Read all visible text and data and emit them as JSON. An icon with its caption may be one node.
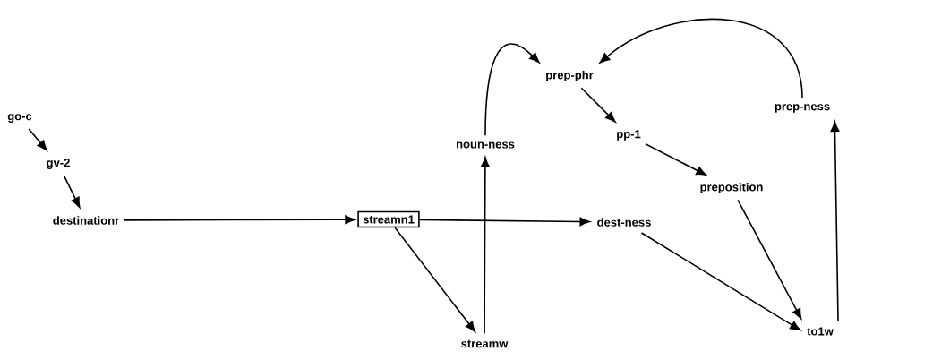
{
  "diagram": {
    "nodes": [
      {
        "text": [
          "go-c"
        ]
      },
      {
        "text": [
          "gv-2"
        ]
      },
      {
        "text": [
          "destinationr"
        ]
      },
      {
        "text": [
          "streamn1"
        ]
      },
      {
        "text": [
          "dest-ness"
        ]
      },
      {
        "text": [
          "streamw"
        ]
      },
      {
        "text": [
          "noun-ness"
        ]
      },
      {
        "text": [
          "prep-phr"
        ]
      },
      {
        "text": [
          "pp-1"
        ]
      },
      {
        "text": [
          "preposition"
        ]
      },
      {
        "text": [
          "prep-ness"
        ]
      },
      {
        "text": [
          "to1w"
        ]
      }
    ],
    "edges": [
      {
        "from": 0,
        "to": 1,
        "arrow": "to"
      },
      {
        "from": 1,
        "to": 2,
        "arrow": "to"
      },
      {
        "from": 2,
        "to": 3,
        "arrow": "to"
      },
      {
        "from": 3,
        "to": 4,
        "arrow": "to"
      },
      {
        "from": 3,
        "to": 5,
        "arrow": "to"
      },
      {
        "from": 5,
        "to": 6,
        "arrow": "to"
      },
      {
        "from": 6,
        "to": 7,
        "arrow": "to"
      },
      {
        "from": 7,
        "to": 8,
        "arrow": "to"
      },
      {
        "from": 8,
        "to": 9,
        "arrow": "to"
      },
      {
        "from": 9,
        "to": 11,
        "arrow": "to"
      },
      {
        "from": 4,
        "to": 11,
        "arrow": "to"
      },
      {
        "from": 11,
        "to": 10,
        "arrow": "to"
      },
      {
        "from": 10,
        "to": 7,
        "arrow": "to"
      }
    ]
  }
}
